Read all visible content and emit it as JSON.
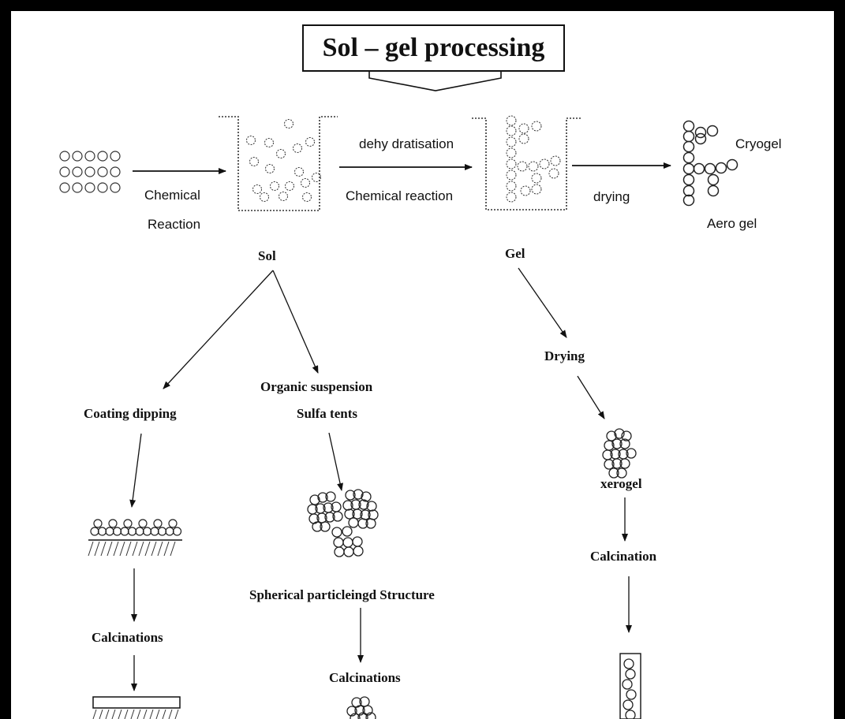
{
  "title": "Sol – gel processing",
  "labels": {
    "chemical": "Chemical",
    "reaction": "Reaction",
    "dehydratisation": "dehy dratisation",
    "chemical_reaction": "Chemical  reaction",
    "drying_small": "drying",
    "cryogel": "Cryogel",
    "aerogel": "Aero gel",
    "sol": "Sol",
    "gel": "Gel",
    "coating_dipping": "Coating dipping",
    "organic_suspension": "Organic suspension",
    "sulfa_tents": "Sulfa tents",
    "drying": "Drying",
    "xerogel": "xerogel",
    "calcination": "Calcination",
    "calcinations_left": "Calcinations",
    "spherical": "Spherical particleingd Structure",
    "calcinations_mid": "Calcinations"
  }
}
